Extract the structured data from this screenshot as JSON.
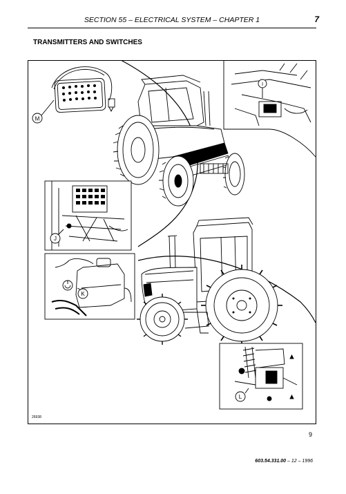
{
  "header": {
    "title": "SECTION 55 – ELECTRICAL SYSTEM – CHAPTER 1",
    "page_number": "7"
  },
  "section_title": "TRANSMITTERS AND SWITCHES",
  "figure": {
    "callouts": [
      "M",
      "I",
      "J",
      "K",
      "L"
    ],
    "code": "26938",
    "number": "9"
  },
  "footer": {
    "doc_number": "603.54.331.00",
    "revision": "– 12 – 1996"
  }
}
